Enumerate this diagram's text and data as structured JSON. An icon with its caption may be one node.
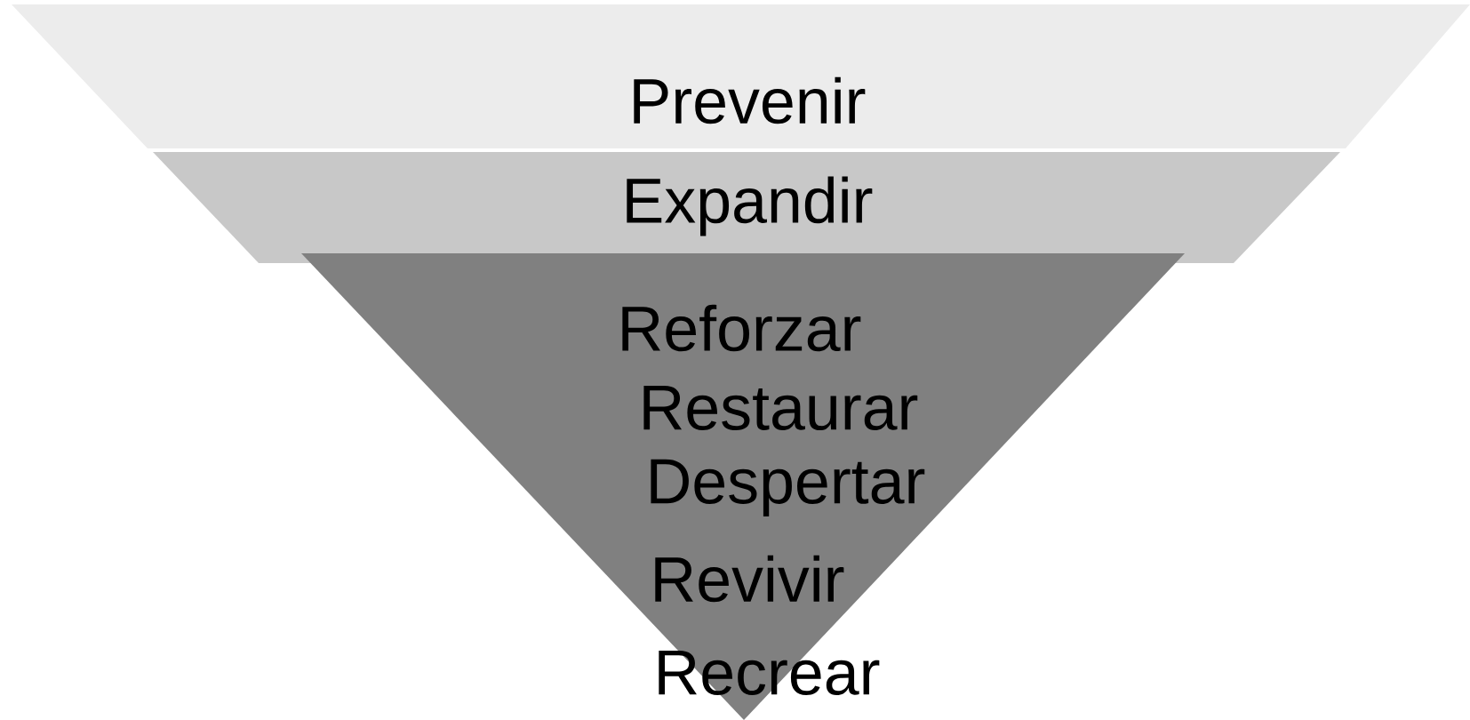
{
  "diagram": {
    "nodes": [
      {
        "text": [
          "Prevenir"
        ]
      },
      {
        "text": [
          "Expandir"
        ]
      },
      {
        "text": [
          "Reforzar",
          "Restaurar",
          "Despertar",
          "Revivir",
          "Recrear"
        ]
      }
    ]
  }
}
